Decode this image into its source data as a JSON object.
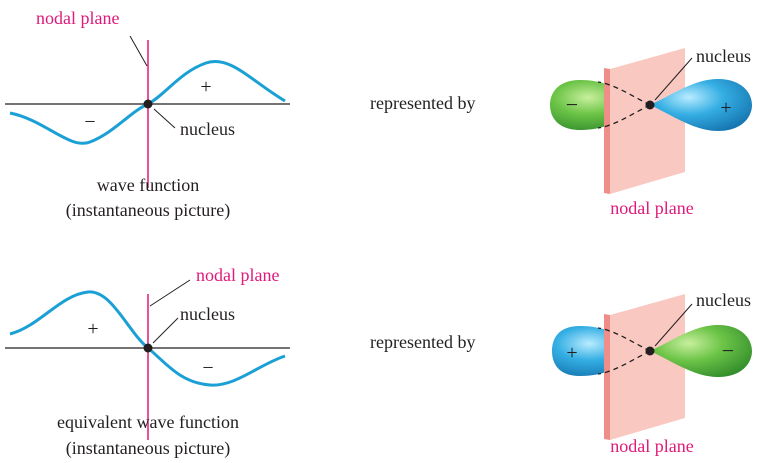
{
  "colors": {
    "wave": "#1ba0d6",
    "nodal": "#e0197a",
    "plate_face": "#f9c9c1",
    "plate_edge": "#ef8d88",
    "lobe_green": "#5dbb3f",
    "lobe_blue": "#2fa8dc",
    "text": "#231f20"
  },
  "top_row": {
    "nodal_label": "nodal plane",
    "plus": "+",
    "minus": "−",
    "nucleus_label": "nucleus",
    "caption_line1": "wave function",
    "caption_line2": "(instantaneous picture)",
    "represented_by": "represented by",
    "orbital": {
      "left_sign": "−",
      "right_sign": "+",
      "left_lobe": "green",
      "right_lobe": "blue",
      "nucleus_label": "nucleus",
      "nodal_label": "nodal plane"
    }
  },
  "bottom_row": {
    "nodal_label": "nodal plane",
    "plus": "+",
    "minus": "−",
    "nucleus_label": "nucleus",
    "caption_line1": "equivalent wave function",
    "caption_line2": "(instantaneous picture)",
    "represented_by": "represented by",
    "orbital": {
      "left_sign": "+",
      "right_sign": "−",
      "left_lobe": "blue",
      "right_lobe": "green",
      "nucleus_label": "nucleus",
      "nodal_label": "nodal plane"
    }
  }
}
